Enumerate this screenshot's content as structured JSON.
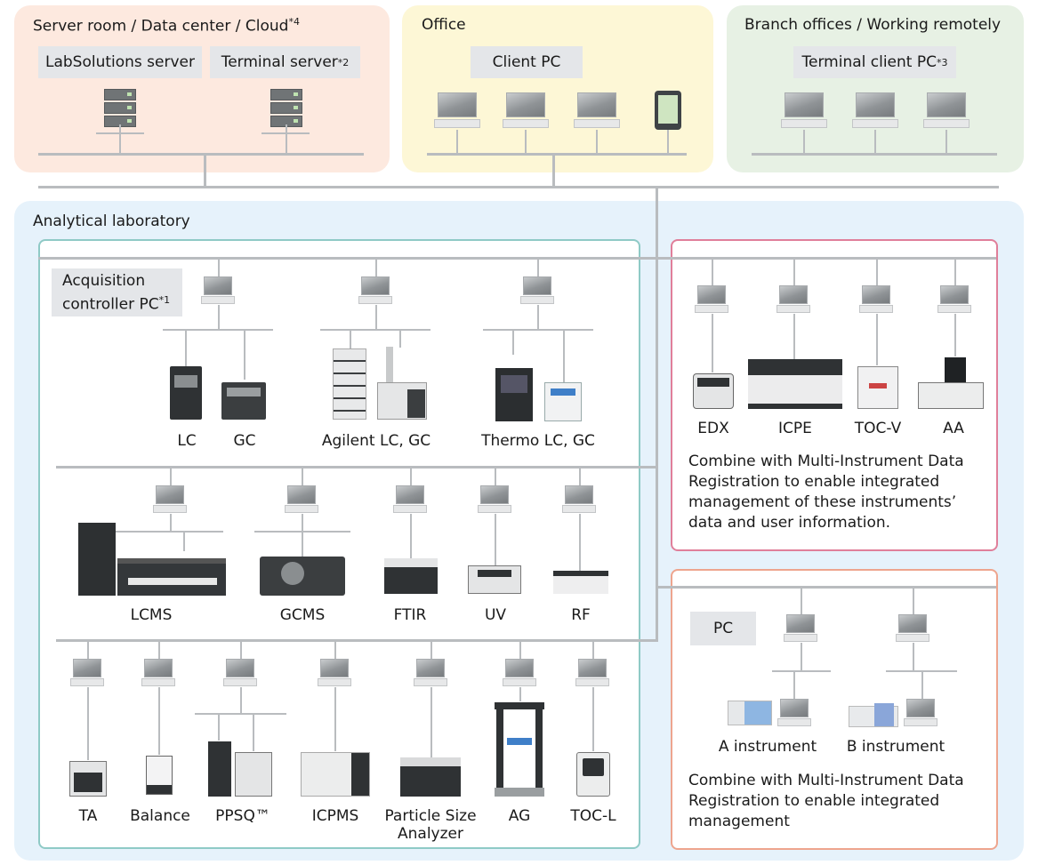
{
  "zones": {
    "server": {
      "title": "Server room / Data center / Cloud",
      "sup": "*4",
      "labsolutions_server": "LabSolutions server",
      "terminal_server": "Terminal server",
      "terminal_server_sup": "*2",
      "color": "#fde9df"
    },
    "office": {
      "title": "Office",
      "client_pc": "Client PC",
      "color": "#fdf7d6"
    },
    "branch": {
      "title": "Branch offices / Working remotely",
      "terminal_client": "Terminal client PC",
      "terminal_client_sup": "*3",
      "color": "#e7f1e4"
    }
  },
  "lab": {
    "title": "Analytical laboratory",
    "color": "#e6f2fb",
    "acq_label_line1": "Acquisition",
    "acq_label_line2": "controller PC",
    "acq_sup": "*1",
    "rows": {
      "row1": [
        "LC",
        "GC",
        "Agilent LC, GC",
        "Thermo LC, GC"
      ],
      "row2": [
        "LCMS",
        "GCMS",
        "FTIR",
        "UV",
        "RF"
      ],
      "row3": [
        "TA",
        "Balance",
        "PPSQ™",
        "ICPMS",
        "Particle Size",
        "Analyzer",
        "AG",
        "TOC-L"
      ]
    }
  },
  "mid_box": {
    "instruments": [
      "EDX",
      "ICPE",
      "TOC-V",
      "AA"
    ],
    "note": [
      "Combine with Multi-Instrument Data",
      "Registration to enable integrated",
      "management of these instruments’",
      "data and user information."
    ],
    "border_color": "#e07f9a"
  },
  "low_box": {
    "pc_label": "PC",
    "instruments": [
      "A instrument",
      "B instrument"
    ],
    "note": [
      "Combine with Multi-Instrument Data",
      "Registration to enable integrated",
      "management"
    ],
    "border_color": "#eea58e"
  },
  "colors": {
    "acq_border": "#8fcac6",
    "line": "#b9bcbf",
    "label_bg": "#e4e6e9"
  }
}
